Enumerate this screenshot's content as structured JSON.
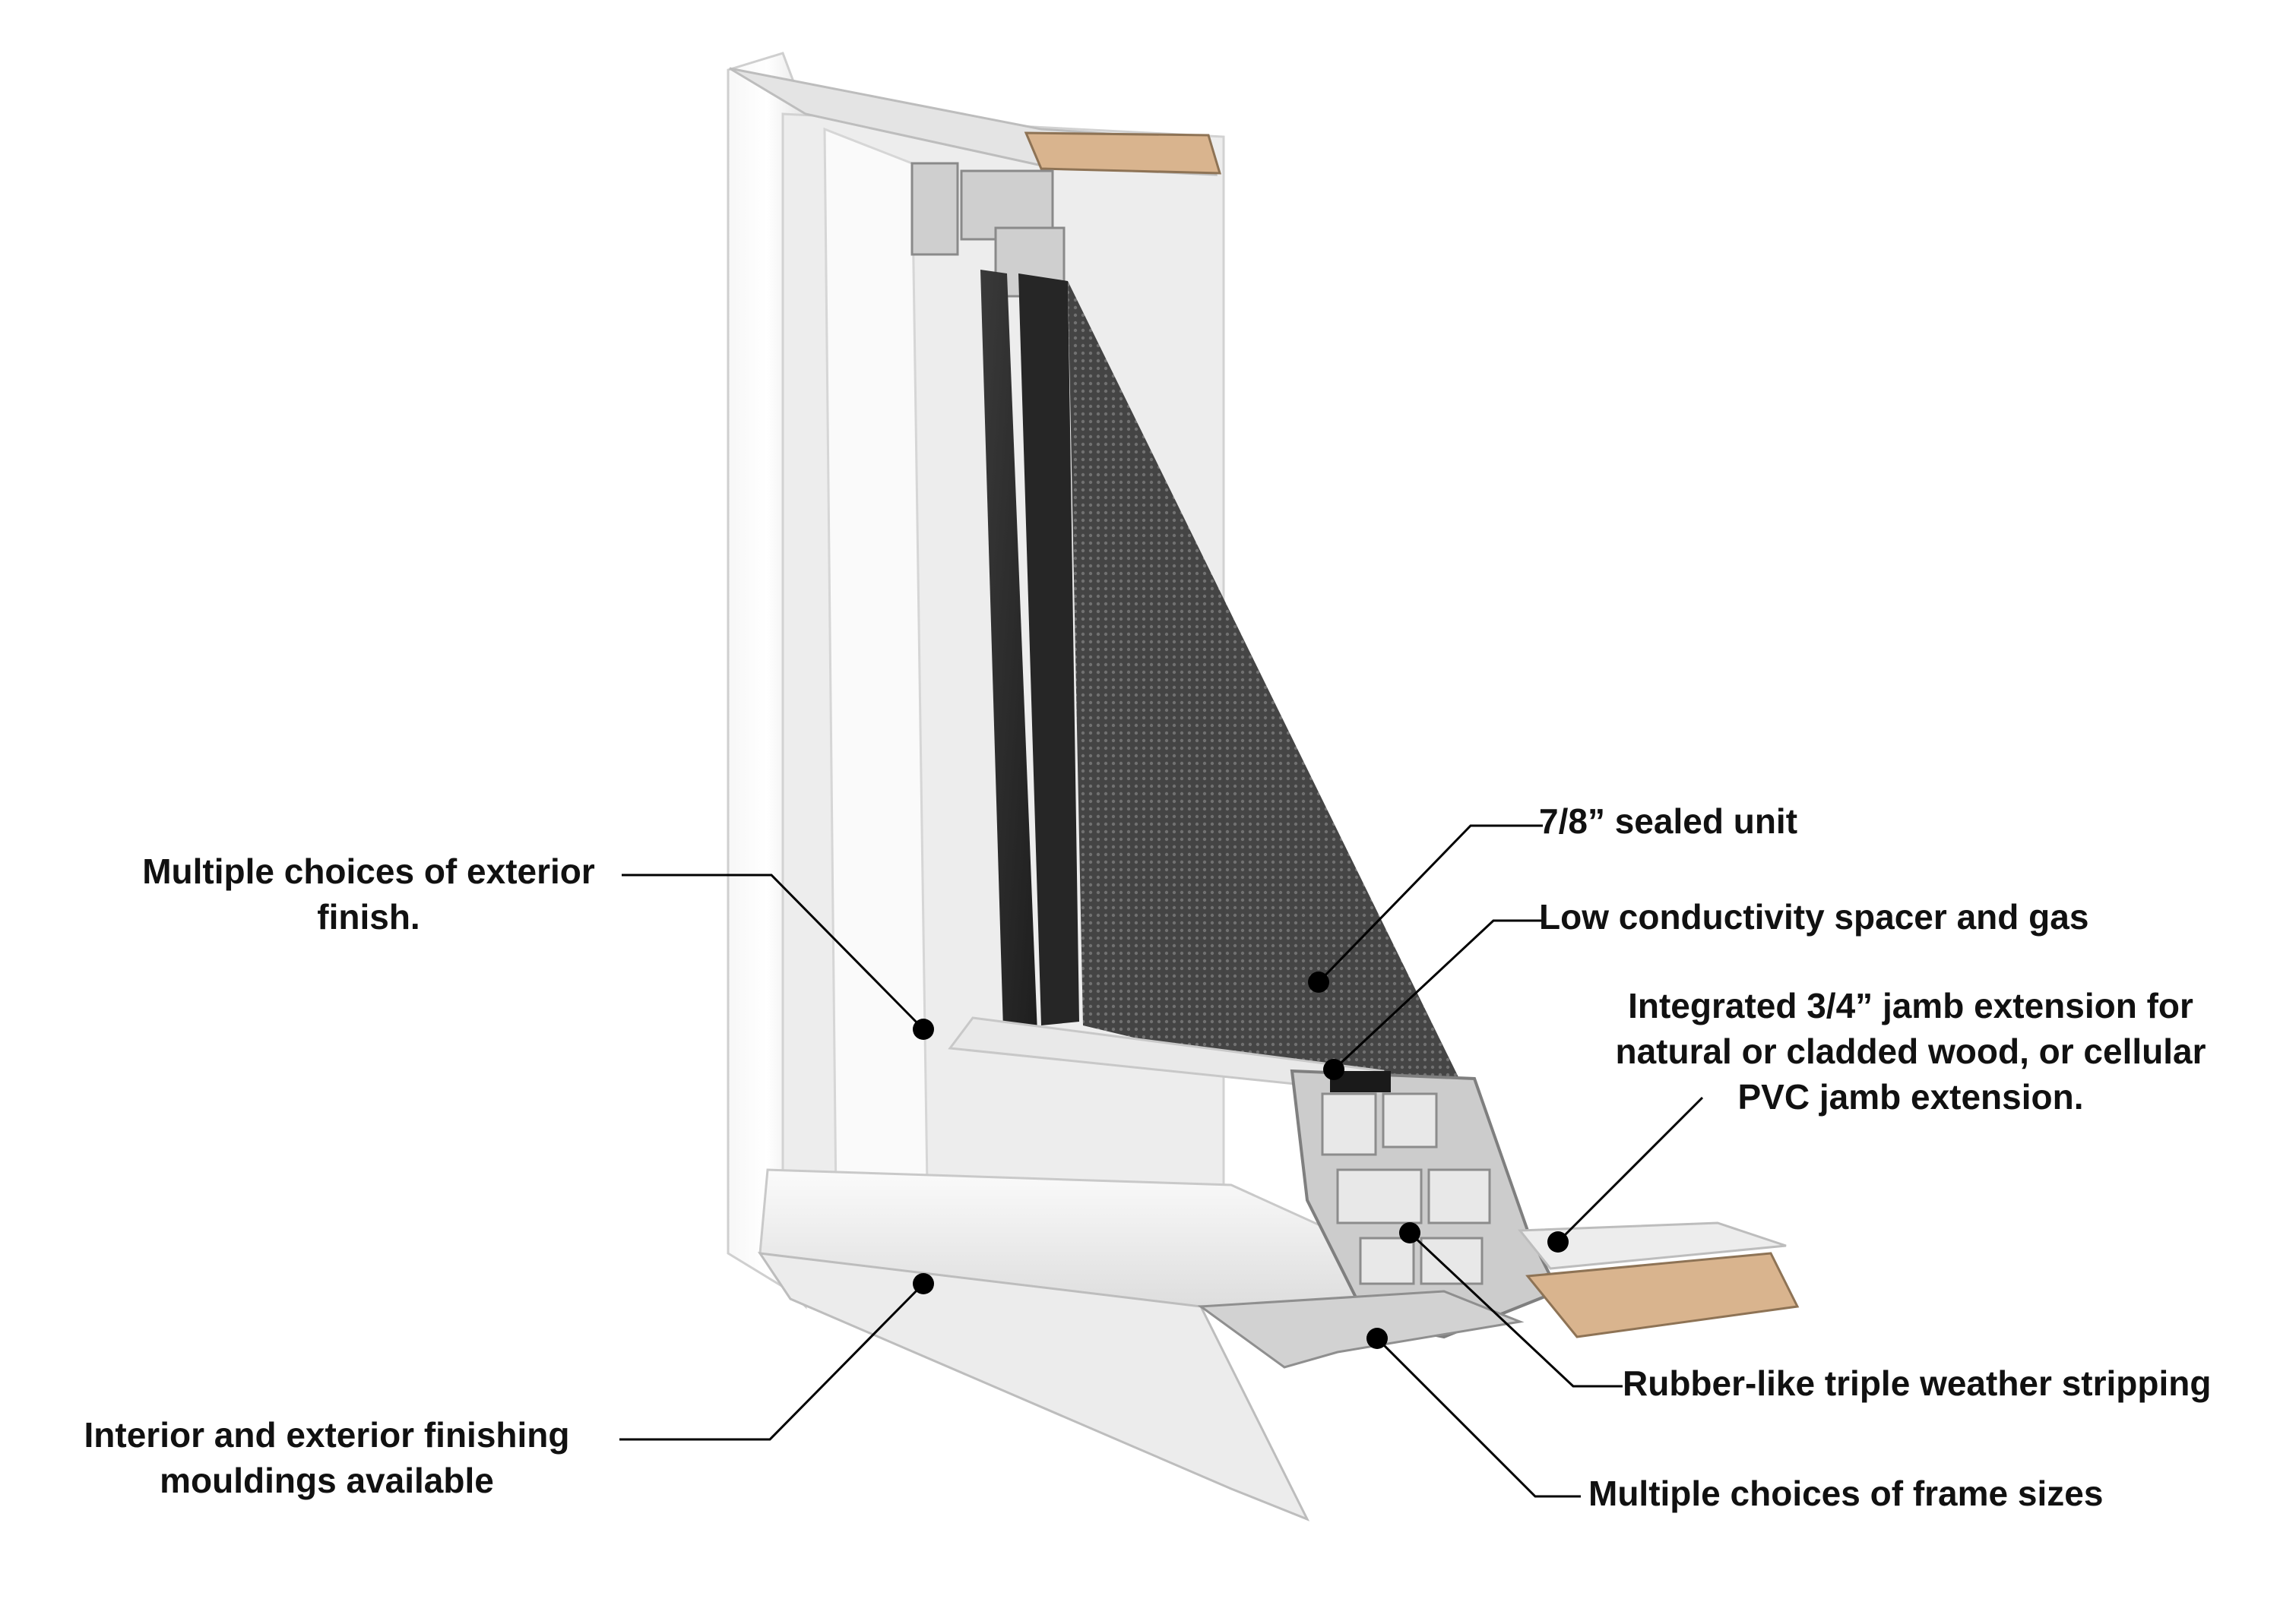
{
  "callouts": {
    "sealed_unit": "7/8” sealed unit",
    "spacer_gas": "Low conductivity spacer and gas",
    "jamb_extension": {
      "line1": "Integrated 3/4” jamb extension for",
      "line2": "natural or cladded wood, or cellular",
      "line3": "PVC jamb extension."
    },
    "exterior_finish": {
      "line1": "Multiple choices of exterior",
      "line2": "finish."
    },
    "weather_stripping": "Rubber-like triple weather stripping",
    "frame_sizes": "Multiple choices of frame sizes",
    "finishing_mouldings": {
      "line1": "Interior and exterior finishing",
      "line2": "mouldings available"
    }
  },
  "colors": {
    "wood": "#d9b48e",
    "glass": "#2b2b2b",
    "frame": "#f4f4f4",
    "leader": "#000000"
  }
}
